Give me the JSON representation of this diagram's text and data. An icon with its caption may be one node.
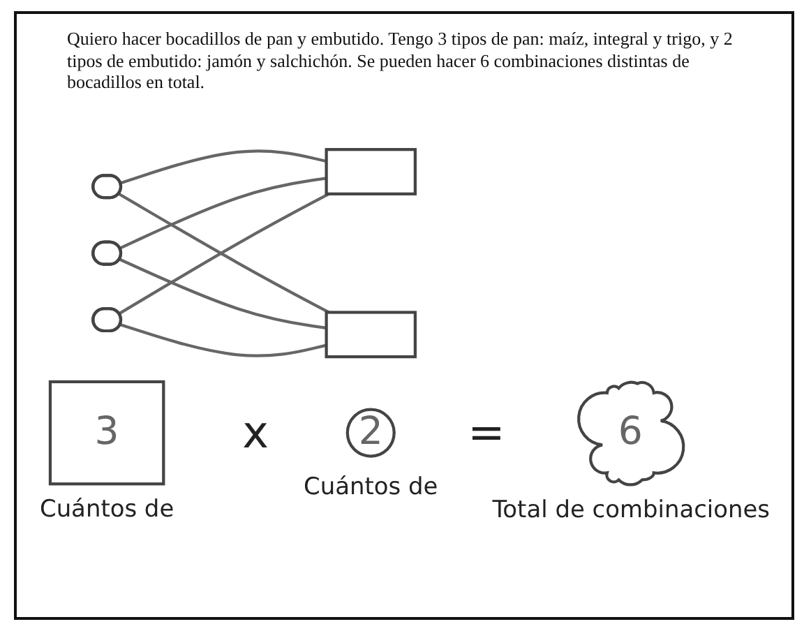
{
  "diagram": {
    "nodes": [
      {
        "text": [],
        "shape": "ellipse"
      },
      {
        "text": [],
        "shape": "ellipse"
      },
      {
        "text": [],
        "shape": "ellipse"
      },
      {
        "text": [],
        "shape": "box"
      },
      {
        "text": [],
        "shape": "box"
      },
      {
        "text": [
          "3"
        ],
        "beside": [
          "Cuántos de"
        ]
      },
      {
        "text": [
          "2"
        ],
        "beside": [
          "Cuántos de"
        ]
      },
      {
        "text": [
          "6"
        ],
        "beside": [
          "Total de combinaciones"
        ]
      }
    ],
    "edges": [
      {
        "from": 0,
        "to": 3,
        "arrow": "none"
      },
      {
        "from": 0,
        "to": 4,
        "arrow": "none"
      },
      {
        "from": 1,
        "to": 3,
        "arrow": "none"
      },
      {
        "from": 1,
        "to": 4,
        "arrow": "none"
      },
      {
        "from": 2,
        "to": 3,
        "arrow": "none"
      },
      {
        "from": 2,
        "to": 4,
        "arrow": "none"
      }
    ],
    "labels": [
      "Quiero hacer bocadillos de pan y embutido. Tengo 3 tipos de pan: maíz, integral y trigo, y 2 tipos de embutido: jamón y salchichón. Se pueden hacer 6 combinaciones distintas de bocadillos en total.",
      "x",
      "="
    ]
  }
}
